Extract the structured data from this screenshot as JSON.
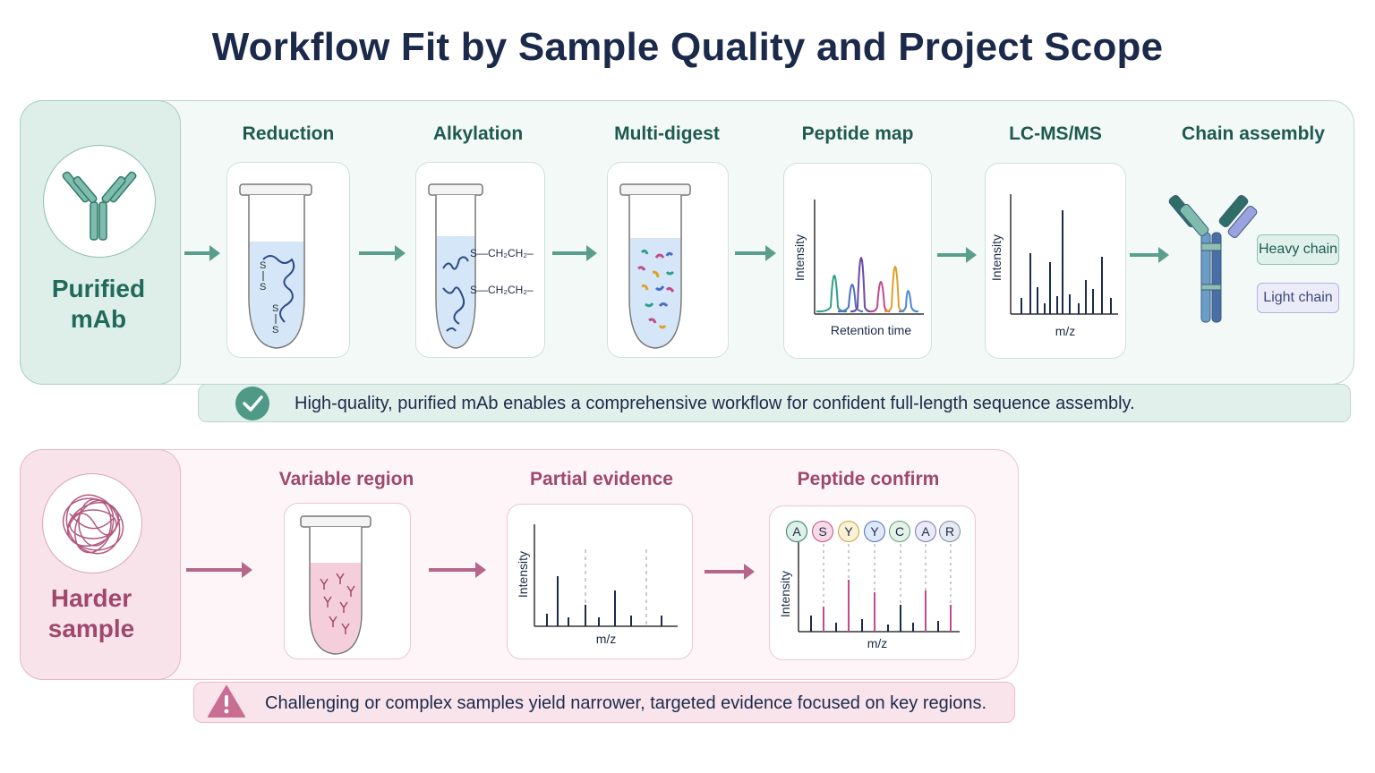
{
  "title": "Workflow Fit by Sample Quality and Project Scope",
  "purified": {
    "label_line1": "Purified",
    "label_line2": "mAb",
    "steps": [
      "Reduction",
      "Alkylation",
      "Multi-digest",
      "Peptide map",
      "LC-MS/MS",
      "Chain assembly"
    ],
    "alkylation_group": "S—CH₂CH₂–",
    "peptide_map": {
      "ylabel": "Intensity",
      "xlabel": "Retention time"
    },
    "lcms": {
      "ylabel": "Intensity",
      "xlabel": "m/z"
    },
    "heavy_chain": "Heavy chain",
    "light_chain": "Light chain",
    "summary": "High-quality, purified mAb enables a comprehensive workflow for confident full-length sequence assembly.",
    "accent_color": "#5a9e8c"
  },
  "harder": {
    "label_line1": "Harder",
    "label_line2": "sample",
    "steps": [
      "Variable region",
      "Partial evidence",
      "Peptide confirm"
    ],
    "partial": {
      "ylabel": "Intensity",
      "xlabel": "m/z"
    },
    "confirm": {
      "ylabel": "Intensity",
      "xlabel": "m/z"
    },
    "residues": [
      "A",
      "S",
      "Y",
      "Y",
      "C",
      "A",
      "R"
    ],
    "summary": "Challenging or complex samples yield narrower, targeted evidence focused on key regions.",
    "accent_color": "#b5668a"
  },
  "icons": {
    "antibody": "antibody-icon",
    "tangle": "tangled-protein-icon",
    "check": "check-circle-icon",
    "warning": "warning-triangle-icon"
  }
}
